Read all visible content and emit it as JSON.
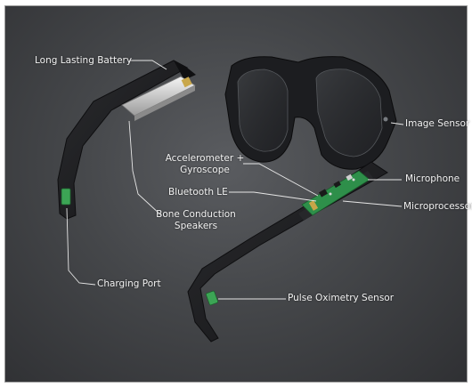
{
  "diagram": {
    "labels": {
      "battery": "Long Lasting Battery",
      "image_sensor": "Image Sensor",
      "accelerometer_line1": "Accelerometer +",
      "accelerometer_line2": "Gyroscope",
      "microphone": "Microphone",
      "bluetooth": "Bluetooth LE",
      "microprocessor": "Microprocessor",
      "bone_line1": "Bone Conduction",
      "bone_line2": "Speakers",
      "charging": "Charging Port",
      "pulse": "Pulse Oximetry Sensor"
    },
    "colors": {
      "frame": "#1e1f21",
      "circuit_board": "#2e8f4a",
      "battery": "#d9d9d9",
      "leader_line": "#e6e6e6",
      "label_text": "#f2f2f2"
    }
  }
}
